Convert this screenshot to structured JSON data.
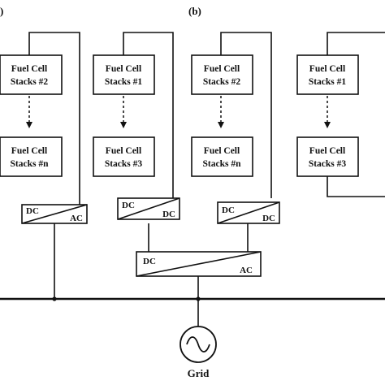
{
  "panel_labels": [
    "(b)"
  ],
  "column_1": {
    "top_block": {
      "line1": "Fuel Cell",
      "line2": "Stacks #2"
    },
    "bottom_block": {
      "line1": "Fuel Cell",
      "line2": "Stacks #n"
    },
    "converter": {
      "input": "DC",
      "output": "AC"
    }
  },
  "column_2": {
    "top_block": {
      "line1": "Fuel Cell",
      "line2": "Stacks #1"
    },
    "bottom_block": {
      "line1": "Fuel Cell",
      "line2": "Stacks #3"
    },
    "converter": {
      "input": "DC",
      "output": "DC"
    }
  },
  "column_3": {
    "top_block": {
      "line1": "Fuel Cell",
      "line2": "Stacks #2"
    },
    "bottom_block": {
      "line1": "Fuel Cell",
      "line2": "Stacks #n"
    },
    "converter": {
      "input": "DC",
      "output": "DC"
    }
  },
  "column_4": {
    "top_block": {
      "line1": "Fuel Cell",
      "line2": "Stacks #1"
    },
    "bottom_block": {
      "line1": "Fuel Cell",
      "line2": "Stacks #3"
    }
  },
  "central_inverter": {
    "input": "DC",
    "output": "AC"
  },
  "grid": {
    "label": "Grid"
  },
  "colors": {
    "stroke": "#111111",
    "background": "#ffffff"
  }
}
